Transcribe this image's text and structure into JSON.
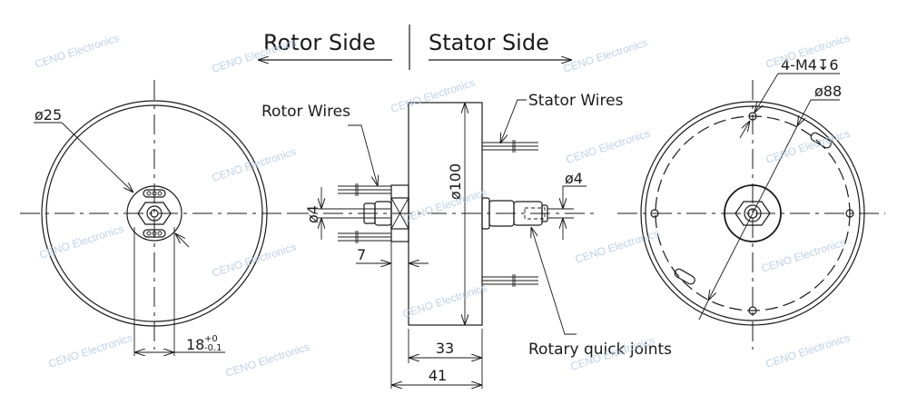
{
  "header": {
    "rotor_side_label": "Rotor Side",
    "stator_side_label": "Stator Side"
  },
  "left_view": {
    "diameter_label": "ø25",
    "width_dim_main": "18",
    "width_tol_upper": "+0",
    "width_tol_lower": "-0.1"
  },
  "side_view": {
    "rotor_wires_label": "Rotor Wires",
    "stator_wires_label": "Stator Wires",
    "body_diameter_label": "ø100",
    "shaft_diameter_left_label": "ø4",
    "shaft_diameter_right_label": "ø4",
    "flange_length_label": "7",
    "body_length_label": "33",
    "total_length_label": "41",
    "quick_joint_label": "Rotary quick joints"
  },
  "right_view": {
    "holes_label": "4-M4↧6",
    "pcd_label": "ø88"
  },
  "watermark": {
    "text": "CENO Electronics",
    "color": "#b9cde3"
  }
}
